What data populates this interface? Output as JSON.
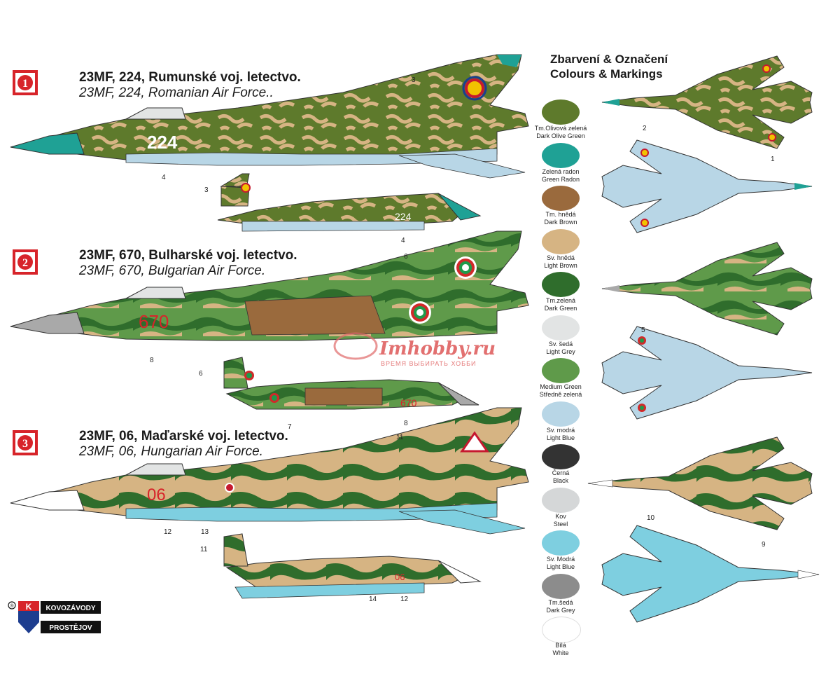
{
  "legend": {
    "title_cz": "Zbarvení & Označení",
    "title_en": "Colours & Markings",
    "colors": [
      {
        "cz": "Tm.Olivová zelená",
        "en": "Dark Olive Green",
        "hex": "#5e7a2c"
      },
      {
        "cz": "Zelená radon",
        "en": "Green Radon",
        "hex": "#1fa195"
      },
      {
        "cz": "Tm. hnědá",
        "en": "Dark Brown",
        "hex": "#9a6a3d"
      },
      {
        "cz": "Sv. hnědá",
        "en": "Light Brown",
        "hex": "#d6b483"
      },
      {
        "cz": "Tm.zelená",
        "en": "Dark Green",
        "hex": "#2f6d2c"
      },
      {
        "cz": "Sv. šedá",
        "en": "Light Grey",
        "hex": "#e2e4e4"
      },
      {
        "cz": "Medium Green",
        "en": "Středně zelená",
        "hex": "#5f9a4a"
      },
      {
        "cz": "Sv. modrá",
        "en": "Light Blue",
        "hex": "#b8d6e6"
      },
      {
        "cz": "Černá",
        "en": "Black",
        "hex": "#333333"
      },
      {
        "cz": "Kov",
        "en": "Steel",
        "hex": "#d5d7d8"
      },
      {
        "cz": "Sv. Modrá",
        "en": "Light Blue",
        "hex": "#7ecfe0"
      },
      {
        "cz": "Tm.šedá",
        "en": "Dark Grey",
        "hex": "#8c8c8c"
      },
      {
        "cz": "Bílá",
        "en": "White",
        "hex": "#ffffff"
      }
    ]
  },
  "schemes": [
    {
      "number": "1",
      "title_cz": "23MF, 224, Rumunské voj. letectvo.",
      "title_en": "23MF, 224, Romanian Air Force..",
      "serial": "224",
      "serial_small": "224"
    },
    {
      "number": "2",
      "title_cz": "23MF, 670, Bulharské voj. letectvo.",
      "title_en": "23MF, 670, Bulgarian Air Force.",
      "serial": "670",
      "serial_small": "670"
    },
    {
      "number": "3",
      "title_cz": "23MF, 06, Maďarské voj. letectvo.",
      "title_en": "23MF, 06, Hungarian Air Force.",
      "serial": "06",
      "serial_small": "06"
    }
  ],
  "callouts": [
    "1",
    "2",
    "3",
    "4",
    "4",
    "3",
    "6",
    "8",
    "6",
    "7",
    "8",
    "11",
    "12",
    "13",
    "11",
    "14",
    "12",
    "5",
    "10",
    "9"
  ],
  "watermark": {
    "name": "Imhobby.ru",
    "slogan": "ВРЕМЯ ВЫБИРАТЬ ХОББИ"
  },
  "logo": {
    "line1": "KOVOZÁVODY",
    "line2": "PROSTĚJOV",
    "letter": "K",
    "reg": "®"
  }
}
